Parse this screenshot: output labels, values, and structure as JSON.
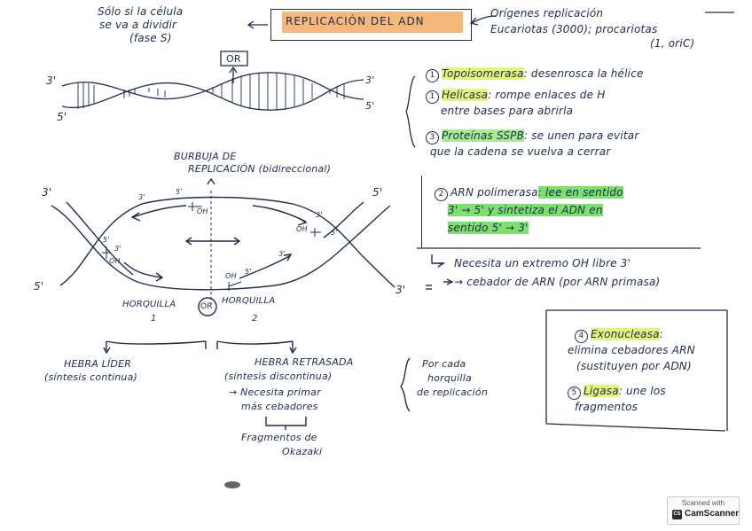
{
  "title": "REPLICACIÓN DEL ADN",
  "top_note": {
    "line1": "Sólo si la célula",
    "line2": "se va a dividir",
    "line3": "(fase S)"
  },
  "origins_note": {
    "line1": "Orígenes replicación",
    "line2": "Eucariotas (3000); procariotas",
    "line3": "(1, oriC)"
  },
  "top_diagram": {
    "ori_label": "OR",
    "end_left_top": "3'",
    "end_left_bottom": "5'",
    "end_right_top": "3'",
    "end_right_bottom": "5'"
  },
  "enzymes": {
    "topo": {
      "num": "1",
      "name": "Topoisomerasa",
      "desc": ": desenrosca la hélice"
    },
    "helicasa": {
      "num": "1",
      "name": "Helicasa",
      "desc": ": rompe enlaces de H",
      "desc2": "entre bases para abrirla"
    },
    "ssb": {
      "num": "3",
      "name": "Proteínas SSPB",
      "desc": ": se unen para evitar",
      "desc2": "que la cadena se vuelva a cerrar"
    },
    "arn_pol": {
      "num": "2",
      "name": "ARN polimerasa",
      "desc": ": lee en sentido",
      "desc2": "3' → 5' y sintetiza el ADN en",
      "desc3": "sentido 5' → 3'"
    },
    "necesita_1": "Necesita un extremo OH libre 3'",
    "necesita_2": "→ cebador de ARN (por ARN primasa)",
    "exo": {
      "num": "4",
      "name": "Exonucleasa",
      "desc": ":",
      "desc2": "elimina cebadores ARN",
      "desc3": "(sustituyen por ADN)"
    },
    "ligasa": {
      "num": "5",
      "name": "Ligasa",
      "desc": ": une los",
      "desc2": "fragmentos"
    }
  },
  "bubble": {
    "title1": "BURBUJA DE",
    "title2": "REPLICACIÓN (bidireccional)",
    "left_top": "3'",
    "left_bottom": "5'",
    "right_top": "5'",
    "right_bottom": "3'",
    "inner_labels": [
      "3'",
      "5'",
      "OH",
      "5'",
      "3'",
      "OH",
      "3'",
      "OH",
      "5'",
      "3'",
      "OH",
      "5'"
    ],
    "horquilla1": "HORQUILLA",
    "horquilla1_num": "1",
    "ori": "OR",
    "horquilla2": "HORQUILLA",
    "horquilla2_num": "2"
  },
  "strands": {
    "lider1": "HEBRA LÍDER",
    "lider2": "(síntesis continua)",
    "retrasada1": "HEBRA RETRASADA",
    "retrasada2": "(síntesis discontinua)",
    "retrasada3": "→ Necesita primar",
    "retrasada4": "más cebadores",
    "okazaki1": "Fragmentos de",
    "okazaki2": "Okazaki",
    "horquilla_def1": "Por cada",
    "horquilla_def2": "horquilla",
    "horquilla_def3": "de replicación"
  },
  "scanner": {
    "line1": "Scanned with",
    "brand": "CamScanner",
    "logo": "CS"
  },
  "colors": {
    "ink": "#1f2b52",
    "title_highlight": "#f6b77a",
    "green_highlight": "#a6ec8f",
    "yellow_highlight": "#e2f57a"
  }
}
